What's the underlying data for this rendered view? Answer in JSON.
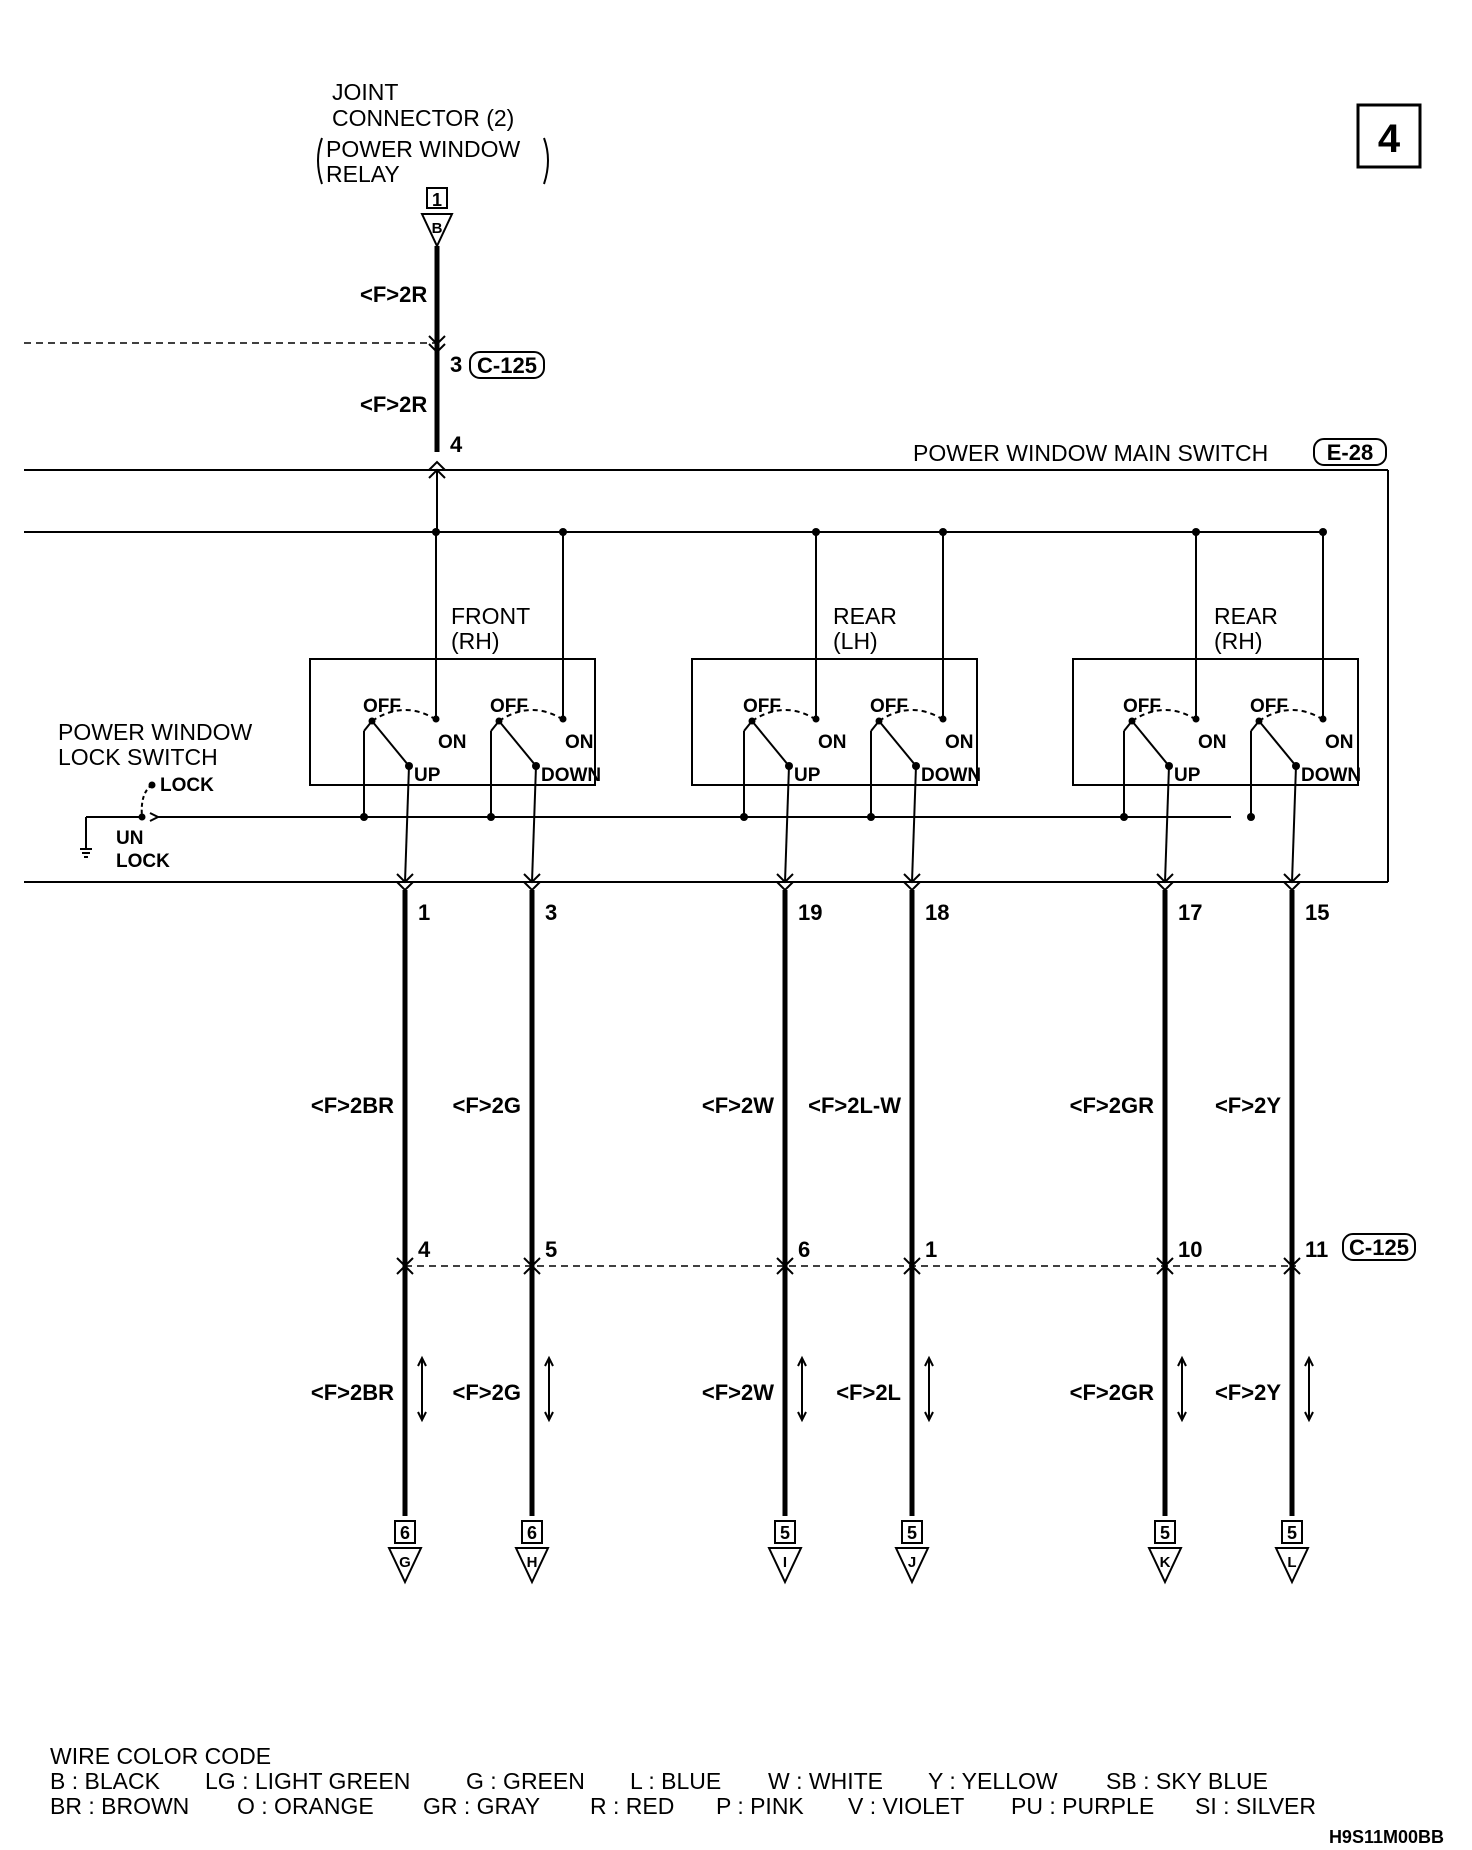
{
  "page_number": "4",
  "joint_connector": {
    "name_line1": "JOINT",
    "name_line2": "CONNECTOR (2)",
    "desc_line1": "POWER WINDOW",
    "desc_line2": "RELAY",
    "ref_number": "1",
    "ref_letter": "B"
  },
  "top_wire": {
    "label_upper": "<F>2R",
    "label_lower": "<F>2R",
    "pin_c125": "3",
    "pin_e28": "4"
  },
  "connectors": {
    "c125": "C-125",
    "e28": "E-28"
  },
  "main_switch_label": "POWER WINDOW MAIN SWITCH",
  "lock_switch": {
    "title_line1": "POWER WINDOW",
    "title_line2": "LOCK SWITCH",
    "lock": "LOCK",
    "unlock_line1": "UN",
    "unlock_line2": "LOCK"
  },
  "switch_groups": [
    {
      "title_line1": "FRONT",
      "title_line2": "(RH)"
    },
    {
      "title_line1": "REAR",
      "title_line2": "(LH)"
    },
    {
      "title_line1": "REAR",
      "title_line2": "(RH)"
    }
  ],
  "switch_states": {
    "off": "OFF",
    "on": "ON",
    "up": "UP",
    "down": "DOWN"
  },
  "output_wires": [
    {
      "e28_pin": "1",
      "upper_label": "<F>2BR",
      "c125_pin": "4",
      "lower_label": "<F>2BR",
      "ref_number": "6",
      "ref_letter": "G"
    },
    {
      "e28_pin": "3",
      "upper_label": "<F>2G",
      "c125_pin": "5",
      "lower_label": "<F>2G",
      "ref_number": "6",
      "ref_letter": "H"
    },
    {
      "e28_pin": "19",
      "upper_label": "<F>2W",
      "c125_pin": "6",
      "lower_label": "<F>2W",
      "ref_number": "5",
      "ref_letter": "I"
    },
    {
      "e28_pin": "18",
      "upper_label": "<F>2L-W",
      "c125_pin": "1",
      "lower_label": "<F>2L",
      "ref_number": "5",
      "ref_letter": "J"
    },
    {
      "e28_pin": "17",
      "upper_label": "<F>2GR",
      "c125_pin": "10",
      "lower_label": "<F>2GR",
      "ref_number": "5",
      "ref_letter": "K"
    },
    {
      "e28_pin": "15",
      "upper_label": "<F>2Y",
      "c125_pin": "11",
      "lower_label": "<F>2Y",
      "ref_number": "5",
      "ref_letter": "L"
    }
  ],
  "legend": {
    "title": "WIRE COLOR CODE",
    "row1": [
      "B : BLACK",
      "LG : LIGHT GREEN",
      "G : GREEN",
      "L : BLUE",
      "W : WHITE",
      "Y : YELLOW",
      "SB : SKY BLUE"
    ],
    "row2": [
      "BR : BROWN",
      "O : ORANGE",
      "GR : GRAY",
      "R : RED",
      "P : PINK",
      "V : VIOLET",
      "PU : PURPLE",
      "SI : SILVER"
    ]
  },
  "figure_code": "H9S11M00BB"
}
